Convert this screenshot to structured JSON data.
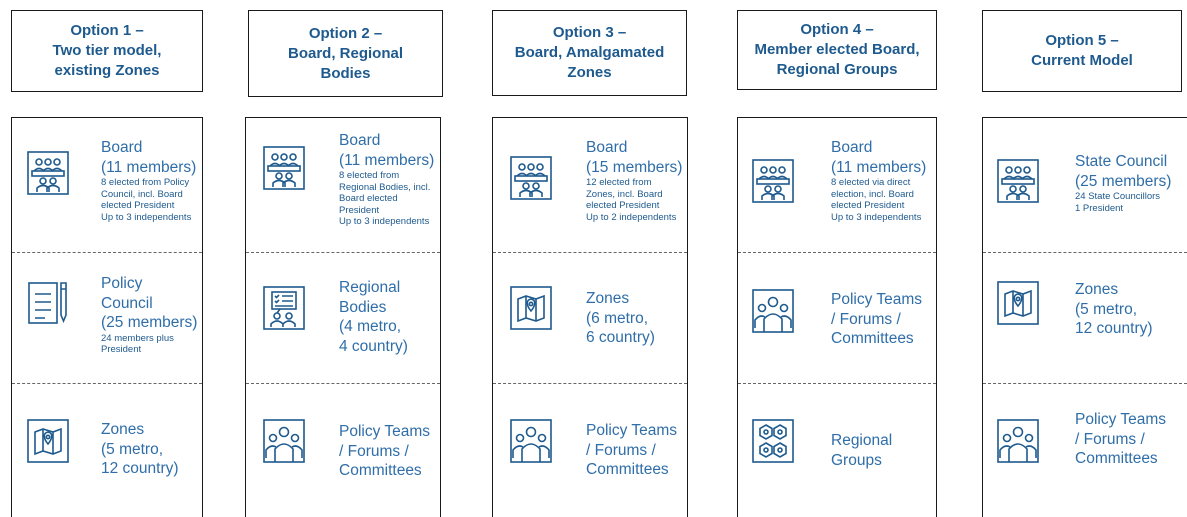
{
  "headers": [
    {
      "lines": [
        "Option 1 –",
        "Two tier model,",
        "existing Zones"
      ]
    },
    {
      "lines": [
        "Option 2 –",
        "Board, Regional",
        "Bodies"
      ]
    },
    {
      "lines": [
        "Option 3 –",
        "Board, Amalgamated",
        "Zones"
      ]
    },
    {
      "lines": [
        "Option 4 –",
        "Member elected Board,",
        "Regional Groups"
      ]
    },
    {
      "lines": [
        "Option 5 –",
        "Current Model"
      ]
    }
  ],
  "columns": [
    {
      "cells": [
        {
          "icon": "board-icon",
          "big": [
            "Board",
            "(11 members)"
          ],
          "small": [
            "8 elected from Policy",
            "Council, incl. Board",
            "elected President",
            "Up to 3 independents"
          ]
        },
        {
          "icon": "policy-document-icon",
          "big": [
            "Policy",
            "Council",
            "(25 members)"
          ],
          "small": [
            "24 members plus",
            "President"
          ]
        },
        {
          "icon": "map-icon",
          "big": [
            "Zones",
            "(5 metro,",
            "12 country)"
          ],
          "small": []
        }
      ]
    },
    {
      "cells": [
        {
          "icon": "board-icon",
          "big": [
            "Board",
            "(11 members)"
          ],
          "small": [
            "8 elected from",
            "Regional Bodies, incl.",
            "Board elected",
            "President",
            "Up to 3 independents"
          ]
        },
        {
          "icon": "regional-bodies-icon",
          "big": [
            "Regional",
            "Bodies",
            "(4 metro,",
            "4 country)"
          ],
          "small": []
        },
        {
          "icon": "people-group-icon",
          "big": [
            "Policy Teams",
            "/ Forums /",
            "Committees"
          ],
          "small": []
        }
      ]
    },
    {
      "cells": [
        {
          "icon": "board-icon",
          "big": [
            "Board",
            "(15 members)"
          ],
          "small": [
            "12 elected from",
            "Zones, incl. Board",
            "elected President",
            "Up to 2 independents"
          ]
        },
        {
          "icon": "map-icon",
          "big": [
            "Zones",
            "(6 metro,",
            "6 country)"
          ],
          "small": []
        },
        {
          "icon": "people-group-icon",
          "big": [
            "Policy Teams",
            "/ Forums /",
            "Committees"
          ],
          "small": []
        }
      ]
    },
    {
      "cells": [
        {
          "icon": "board-icon",
          "big": [
            "Board",
            "(11 members)"
          ],
          "small": [
            "8 elected via direct",
            "election, incl. Board",
            "elected President",
            "Up to 3 independents"
          ]
        },
        {
          "icon": "people-group-icon",
          "big": [
            "Policy Teams",
            "/ Forums /",
            "Committees"
          ],
          "small": []
        },
        {
          "icon": "hexagon-network-icon",
          "big": [
            "Regional",
            "Groups"
          ],
          "small": []
        }
      ]
    },
    {
      "cells": [
        {
          "icon": "board-icon",
          "big": [
            "State Council",
            "(25 members)"
          ],
          "small": [
            "24 State Councillors",
            "1 President"
          ]
        },
        {
          "icon": "map-icon",
          "big": [
            "Zones",
            "(5 metro,",
            "12 country)"
          ],
          "small": []
        },
        {
          "icon": "people-group-icon",
          "big": [
            "Policy Teams",
            "/ Forums /",
            "Committees"
          ],
          "small": []
        }
      ]
    }
  ],
  "colors": {
    "header_text": "#1e5a8e",
    "body_text": "#2f6ea8",
    "icon": "#1e5a8e",
    "border": "#1a1a1a",
    "separator": "#666666"
  }
}
